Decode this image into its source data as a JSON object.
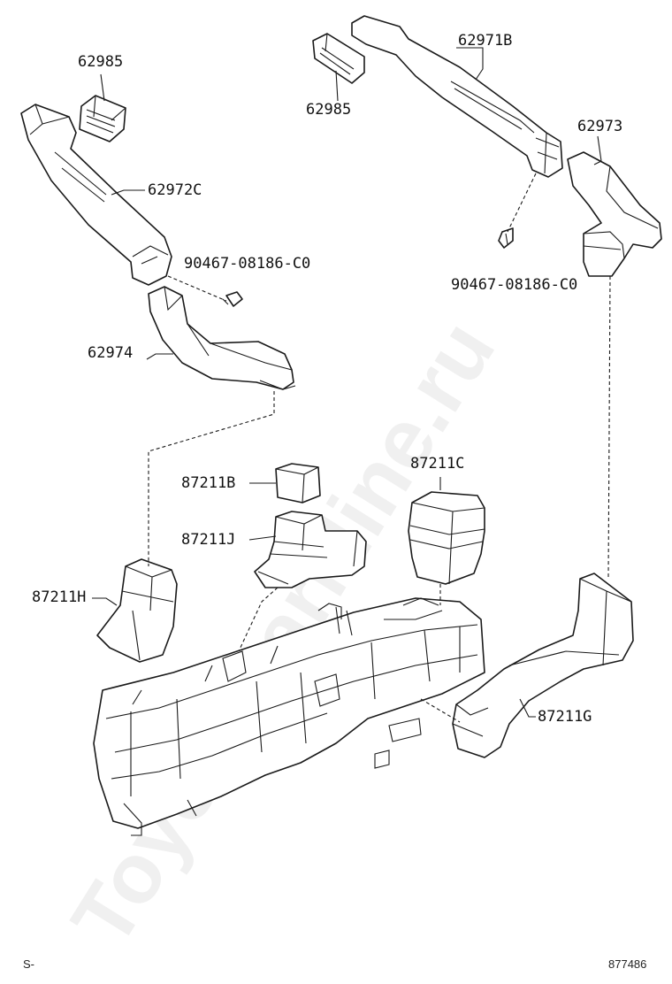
{
  "figure": {
    "footer_left": "S-",
    "figure_number": "877486",
    "watermark": "ToyotaCarMine.ru"
  },
  "parts": {
    "p62985_left": "62985",
    "p62985_right": "62985",
    "p62971b": "62971B",
    "p62973": "62973",
    "p62972c": "62972C",
    "p90467_left": "90467-08186-C0",
    "p90467_right": "90467-08186-C0",
    "p62974": "62974",
    "p87211b": "87211B",
    "p87211c": "87211C",
    "p87211j": "87211J",
    "p87211h": "87211H",
    "p87211g": "87211G"
  }
}
